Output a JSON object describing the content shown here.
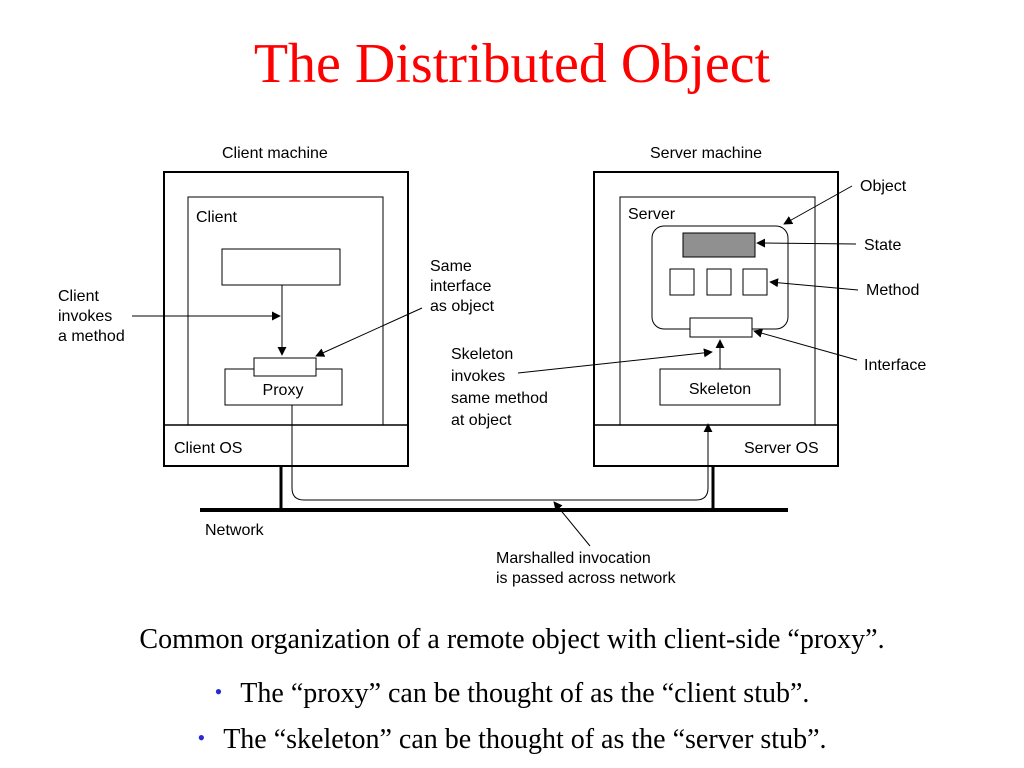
{
  "slide": {
    "title": "The Distributed Object",
    "caption": "Common organization of a remote object with client-side “proxy”.",
    "bullets": [
      "The “proxy” can be thought of as the “client stub”.",
      "The “skeleton” can be thought of as the “server stub”."
    ],
    "bullet_symbol": "•"
  },
  "colors": {
    "title": "#ff0000",
    "bullet": "#2a2ad0",
    "state_fill": "#909090"
  },
  "diagram": {
    "client_machine": "Client machine",
    "server_machine": "Server machine",
    "client": "Client",
    "server": "Server",
    "proxy": "Proxy",
    "skeleton": "Skeleton",
    "client_os": "Client OS",
    "server_os": "Server OS",
    "network": "Network",
    "object": "Object",
    "state": "State",
    "method": "Method",
    "interface": "Interface",
    "client_invokes": [
      "Client",
      "invokes",
      "a method"
    ],
    "same_interface": [
      "Same",
      "interface",
      "as object"
    ],
    "skeleton_invokes": [
      "Skeleton",
      "invokes",
      "same method",
      "at object"
    ],
    "marshalled": [
      "Marshalled invocation",
      "is passed across network"
    ]
  }
}
